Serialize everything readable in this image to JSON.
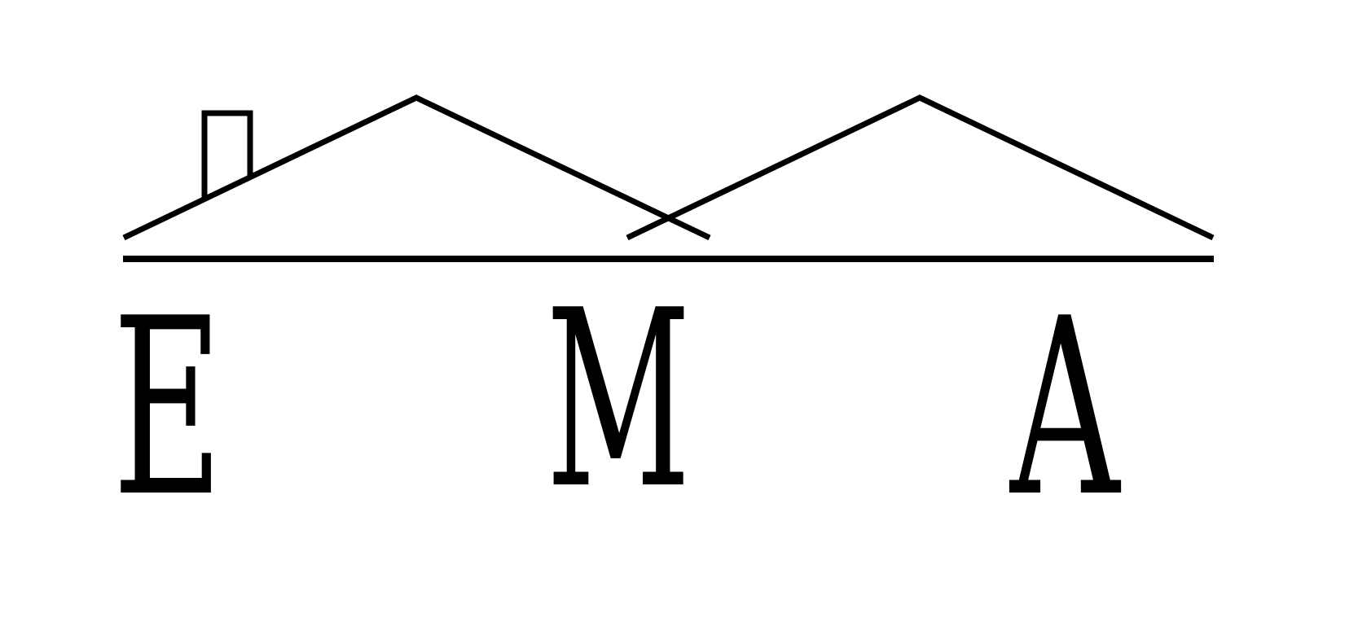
{
  "logo": {
    "letters": [
      "E",
      "M",
      "A"
    ],
    "color": "#000000",
    "background": "#ffffff",
    "icon": "house-roofline-icon"
  }
}
